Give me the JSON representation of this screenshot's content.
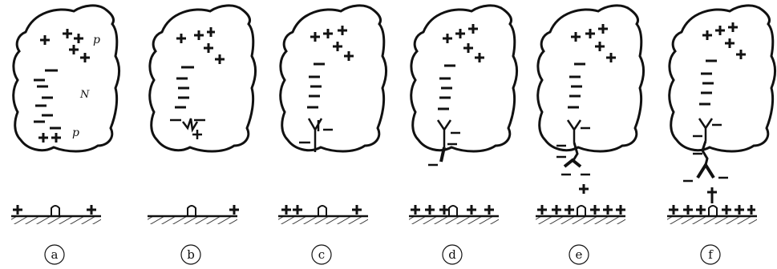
{
  "panels": [
    {
      "label": "a",
      "cloud_marks": [
        "p",
        "N",
        "p"
      ]
    },
    {
      "label": "b",
      "cloud_marks": []
    },
    {
      "label": "c",
      "cloud_marks": []
    },
    {
      "label": "d",
      "cloud_marks": []
    },
    {
      "label": "e",
      "cloud_marks": []
    },
    {
      "label": "f",
      "cloud_marks": []
    }
  ],
  "colors": {
    "ink": "#111111",
    "background": "#ffffff"
  }
}
